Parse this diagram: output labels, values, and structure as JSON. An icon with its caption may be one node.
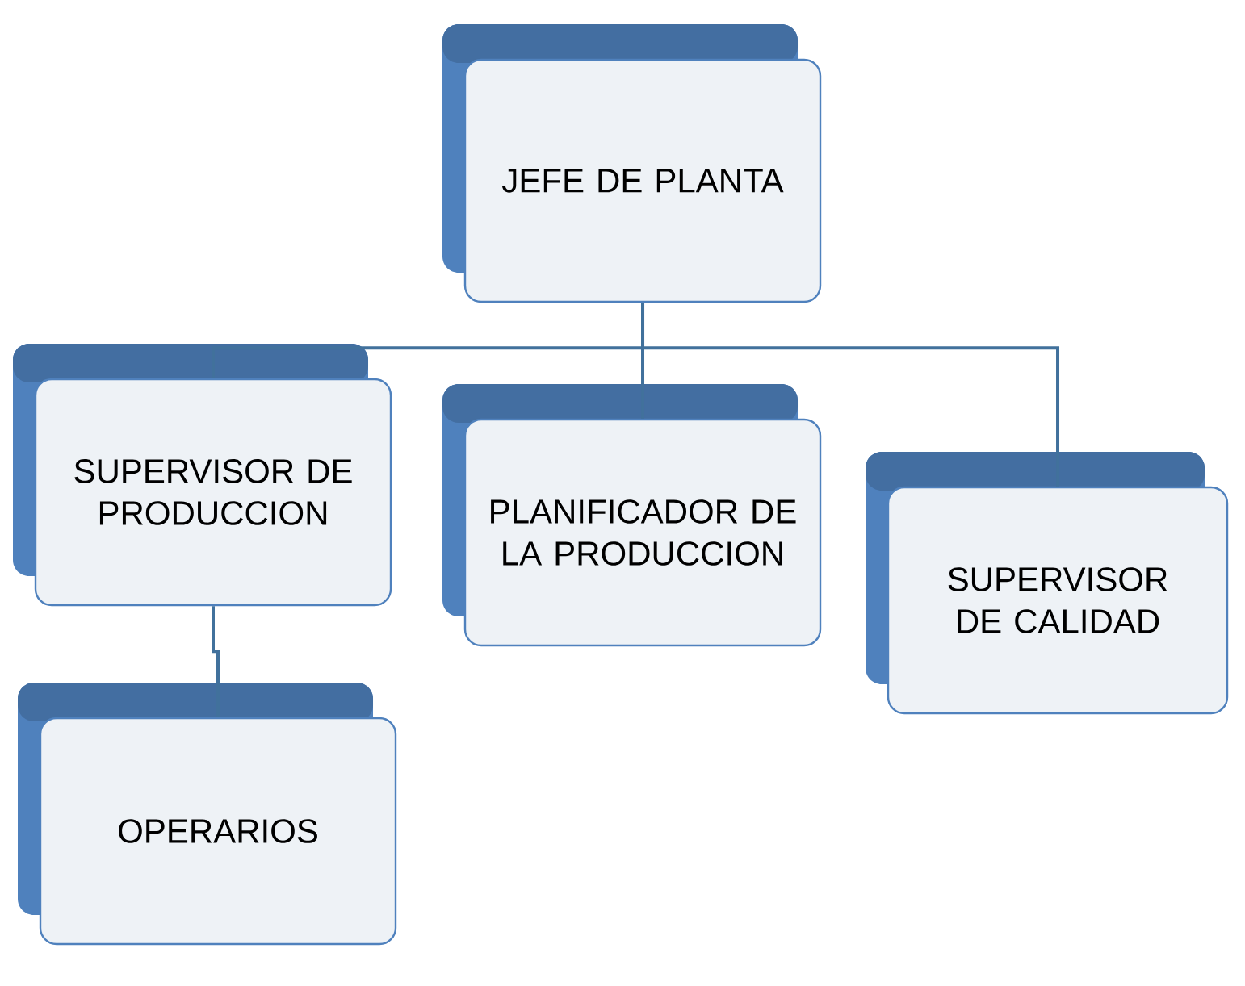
{
  "diagram": {
    "nodes": [
      {
        "text": [
          "JEFE DE PLANTA"
        ]
      },
      {
        "text": [
          "SUPERVISOR DE PRODUCCION"
        ]
      },
      {
        "text": [
          "PLANIFICADOR DE LA PRODUCCION"
        ]
      },
      {
        "text": [
          "SUPERVISOR DE CALIDAD"
        ]
      },
      {
        "text": [
          "OPERARIOS"
        ]
      }
    ],
    "edges": [
      {
        "from": 0,
        "to": 1,
        "arrow": "none"
      },
      {
        "from": 0,
        "to": 2,
        "arrow": "none"
      },
      {
        "from": 0,
        "to": 3,
        "arrow": "none"
      },
      {
        "from": 1,
        "to": 4,
        "arrow": "none"
      }
    ]
  }
}
